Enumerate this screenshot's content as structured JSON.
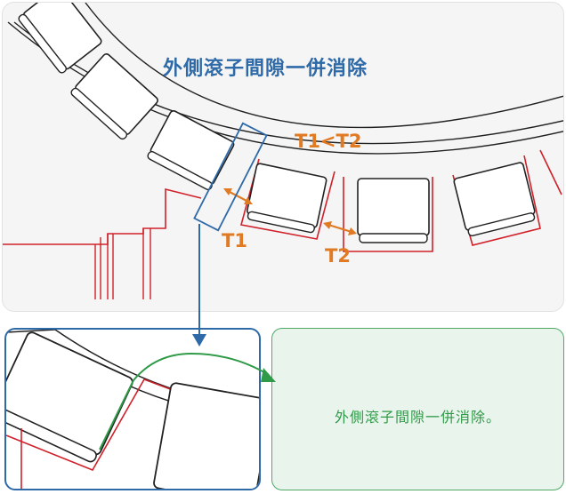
{
  "title": "外側滾子間隙一併消除",
  "comparison_label": "T1<T2",
  "gap_labels": [
    "T1",
    "T2"
  ],
  "result_text": "外側滾子間隙一併消除。",
  "colors": {
    "title_blue": "#2e6aa8",
    "label_orange": "#e07a23",
    "housing_red": "#d0212a",
    "result_green": "#2f9a48",
    "result_bg": "#e9f4ec",
    "panel_bg": "#f5f5f5",
    "outline_dark": "#222222"
  }
}
